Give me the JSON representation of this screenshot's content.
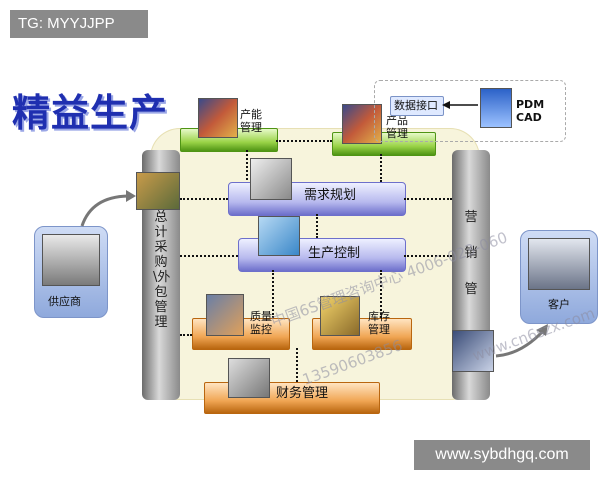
{
  "watermark_tag": "TG: MYYJJPP",
  "site_label": "www.sybdhgq.com",
  "title": "精益生产",
  "nodes": {
    "product_mgmt": "产能\n管理",
    "product_mgmt_2": "产品\n管理",
    "data_interface": "数据接口",
    "pdm_cad": "PDM\nCAD",
    "demand_plan": "需求规划",
    "production_control": "生产控制",
    "quality_monitor": "质量\n监控",
    "inventory_mgmt": "库存\n管理",
    "finance_mgmt": "财务管理",
    "supplier": "供应商",
    "customer": "客户",
    "left_pillar": "总计采购\\外包管理",
    "right_pillar": "营销管"
  },
  "overlay_watermark": {
    "line1": "中国6S管理咨询中心  4006-023-060",
    "line2": "13590603856",
    "line3": "www.cn6szx.com"
  },
  "colors": {
    "title": "#1f2fb0",
    "purple_block": "#b7b9ee",
    "green_block": "#9ad347",
    "orange_block": "#f0a553",
    "platform": "#f7f4dc"
  }
}
